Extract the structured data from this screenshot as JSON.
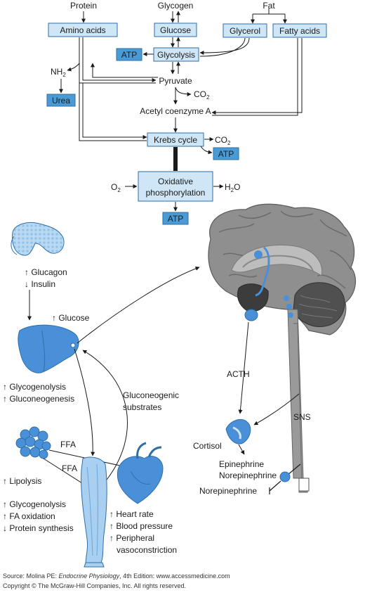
{
  "metabolism": {
    "protein": "Protein",
    "glycogen": "Glycogen",
    "fat": "Fat",
    "amino_acids": "Amino acids",
    "glucose": "Glucose",
    "glycerol": "Glycerol",
    "fatty_acids": "Fatty acids",
    "atp": "ATP",
    "glycolysis": "Glycolysis",
    "nh2": "NH",
    "nh2_sub": "2",
    "pyruvate": "Pyruvate",
    "co2": "CO",
    "co2_sub": "2",
    "urea": "Urea",
    "acetyl_coa": "Acetyl coenzyme A",
    "krebs": "Krebs cycle",
    "o2": "O",
    "o2_sub": "2",
    "oxphos_line1": "Oxidative",
    "oxphos_line2": "phosphorylation",
    "h2o_h": "H",
    "h2o_sub": "2",
    "h2o_o": "O"
  },
  "stress": {
    "glucagon": "↑ Glucagon",
    "insulin": "↓ Insulin",
    "glucose_up": "↑ Glucose",
    "glycogenolysis": "↑ Glycogenolysis",
    "gluconeogenesis": "↑ Gluconeogenesis",
    "gluconeogenic_1": "Gluconeogenic",
    "gluconeogenic_2": "substrates",
    "acth": "ACTH",
    "sns": "SNS",
    "cortisol": "Cortisol",
    "epinephrine": "Epinephrine",
    "norepinephrine": "Norepinephrine",
    "norepinephrine_2": "Norepinephrine",
    "ffa_1": "FFA",
    "ffa_2": "FFA",
    "lipolysis": "↑ Lipolysis",
    "muscle_1": "↑ Glycogenolysis",
    "muscle_2": "↑ FA oxidation",
    "muscle_3": "↓ Protein synthesis",
    "heart_1": "↑ Heart rate",
    "heart_2": "↑ Blood pressure",
    "heart_3": "↑ Peripheral",
    "heart_4": "vasoconstriction"
  },
  "footer": {
    "source_prefix": "Source: Molina PE: ",
    "source_title": "Endocrine Physiology",
    "source_suffix": ", 4th Edition: www.accessmedicine.com",
    "copyright": "Copyright © The McGraw-Hill Companies, Inc. All rights reserved."
  },
  "colors": {
    "box_light": "#cfe6f6",
    "box_dark": "#4a9bd4",
    "organ_blue": "#4a90d9",
    "brain_gray": "#9a9a9a"
  }
}
